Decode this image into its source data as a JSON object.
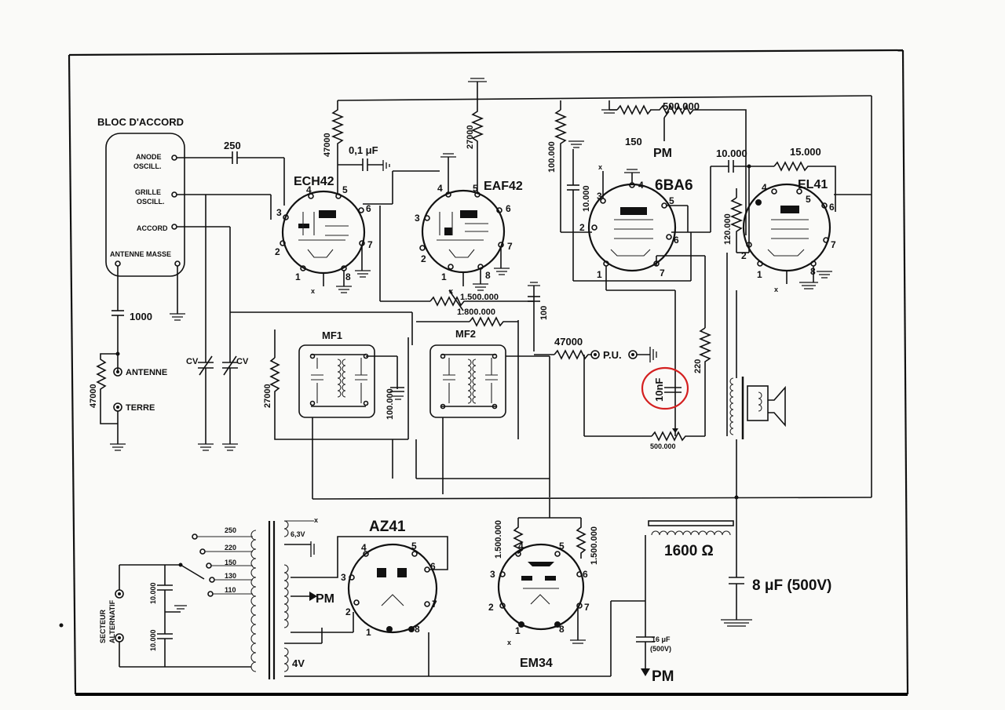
{
  "bloc": {
    "title": "BLOC  D'ACCORD",
    "anode": "ANODE",
    "oscill1": "OSCILL.",
    "grille": "GRILLE",
    "oscill2": "OSCILL.",
    "accord": "ACCORD",
    "antenne_masse": "ANTENNE  MASSE"
  },
  "terminals": {
    "antenne": "ANTENNE",
    "terre": "TERRE",
    "pu": "P.U."
  },
  "tubes": {
    "ech42": "ECH42",
    "eaf42": "EAF42",
    "6ba6": "6BA6",
    "el41": "EL41",
    "az41": "AZ41",
    "em34": "EM34"
  },
  "transformers": {
    "mf1": "MF1",
    "mf2": "MF2"
  },
  "components": {
    "c250": "250",
    "c1000": "1000",
    "r47000_ant": "47000",
    "cv1": "CV",
    "cv2": "CV",
    "r47000_top": "47000",
    "c01uf": "0,1 μF",
    "r27000_top": "27000",
    "r27000_left": "27000",
    "r100000_mf": "100.000",
    "r1500000": "1.500.000",
    "r1800000": "1.800.000",
    "c100": "100",
    "r47000_pu": "47000",
    "r100000": "100.000",
    "c10000_6ba6": "10.000",
    "pot500000_top": "500.000",
    "r150": "150",
    "pm_top": "PM",
    "c10000_el41": "10.000",
    "r15000": "15.000",
    "r120000": "120.000",
    "c10nf": "10nF",
    "r220": "220",
    "pot500000": "500.000",
    "tap250": "250",
    "tap220": "220",
    "tap150": "150",
    "tap130": "130",
    "tap110": "110",
    "v63": "6,3V",
    "v4": "4V",
    "pm_mid": "PM",
    "c10000_a": "10.000",
    "c10000_b": "10.000",
    "secteur": "SECTEUR",
    "alternatif": "ALTERNATIF",
    "r1500000_em_l": "1.500.000",
    "r1500000_em_r": "1.500.000",
    "choke": "1600 Ω",
    "c8uf": "8 μF (500V)",
    "c16uf_a": "16 μF",
    "c16uf_b": "(500V)",
    "pm_bottom": "PM"
  },
  "pins": [
    "1",
    "2",
    "3",
    "4",
    "5",
    "6",
    "7",
    "8"
  ],
  "colors": {
    "ink": "#111111",
    "paper": "#fafaf8",
    "highlight": "#d42020"
  }
}
